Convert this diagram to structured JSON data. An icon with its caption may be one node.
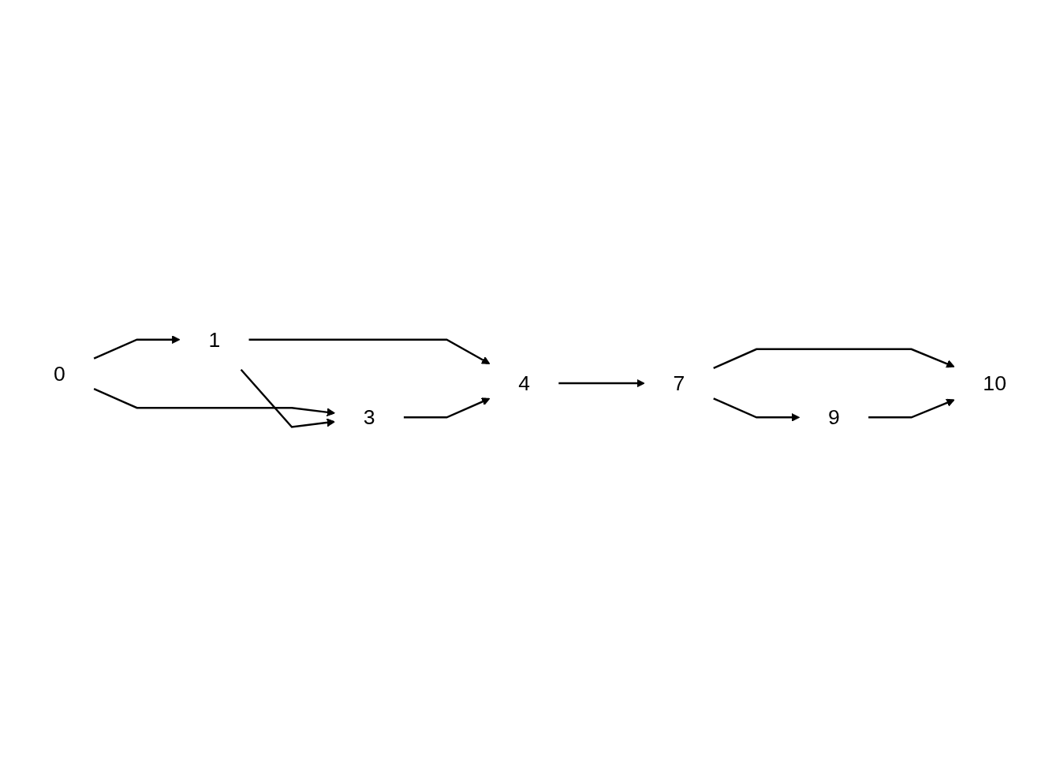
{
  "diagram": {
    "nodes": [
      {
        "text": [
          "0"
        ]
      },
      {
        "text": [
          "1"
        ]
      },
      {
        "text": [
          "3"
        ]
      },
      {
        "text": [
          "4"
        ]
      },
      {
        "text": [
          "7"
        ]
      },
      {
        "text": [
          "9"
        ]
      },
      {
        "text": [
          "10"
        ]
      }
    ],
    "edges": [
      {
        "from": 0,
        "to": 1,
        "arrow": "to"
      },
      {
        "from": 0,
        "to": 2,
        "arrow": "to"
      },
      {
        "from": 1,
        "to": 2,
        "arrow": "to"
      },
      {
        "from": 1,
        "to": 3,
        "arrow": "to"
      },
      {
        "from": 2,
        "to": 3,
        "arrow": "to"
      },
      {
        "from": 3,
        "to": 4,
        "arrow": "to"
      },
      {
        "from": 4,
        "to": 6,
        "arrow": "to"
      },
      {
        "from": 4,
        "to": 5,
        "arrow": "to"
      },
      {
        "from": 5,
        "to": 6,
        "arrow": "to"
      }
    ]
  }
}
